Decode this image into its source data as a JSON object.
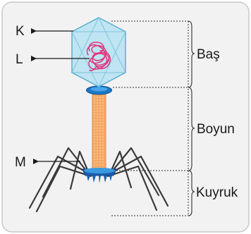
{
  "labels": {
    "k": "K",
    "l": "L",
    "m": "M"
  },
  "sections": {
    "head": "Baş",
    "neck": "Boyun",
    "tail": "Kuyruk"
  },
  "colors": {
    "panel_bg": "#f2f2f2",
    "panel_border": "#c8c8c8",
    "capsid_fill": "#bfe4f2",
    "capsid_stroke": "#5aaed0",
    "dna": "#e0357a",
    "collar": "#1b78c8",
    "neck_fill": "#f5a864",
    "leg": "#3a3a3a",
    "baseplate": "#1b5fb0"
  }
}
